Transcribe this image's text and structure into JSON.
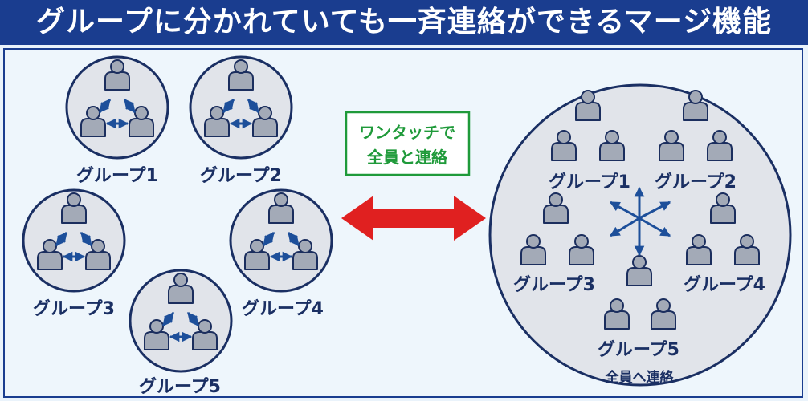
{
  "title": "グループに分かれていても一斉連絡ができるマージ機能",
  "colors": {
    "header_bg": "#1a3d8f",
    "circle_fill": "#e1e4ea",
    "circle_stroke": "#1a2f63",
    "person_fill": "#a3aab7",
    "person_stroke": "#1b2e5e",
    "arrow_blue": "#1d4f9a",
    "arrow_red": "#e02020",
    "callout_border": "#1f9a3a",
    "label_text": "#1a2f63"
  },
  "groups": [
    {
      "label": "グループ1"
    },
    {
      "label": "グループ2"
    },
    {
      "label": "グループ3"
    },
    {
      "label": "グループ4"
    },
    {
      "label": "グループ5"
    }
  ],
  "callout": {
    "line1": "ワンタッチで",
    "line2": "全員と連絡"
  },
  "merged": {
    "caption": "全員へ連絡",
    "group_labels": [
      "グループ1",
      "グループ2",
      "グループ3",
      "グループ4",
      "グループ5"
    ]
  }
}
